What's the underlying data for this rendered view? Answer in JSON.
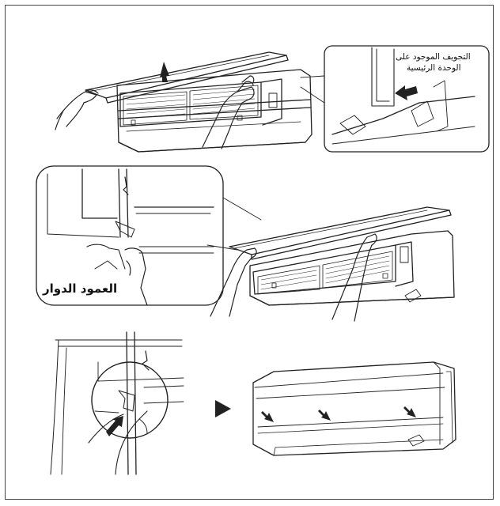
{
  "labels": {
    "top_callout_line1": "التجويف الموجود على",
    "top_callout_line2": "الوحدة الرئيسية",
    "middle_callout": "العمود الدوار"
  },
  "icons": {
    "step_arrow": "triangle-right-icon",
    "lift_arrow": "arrow-up-icon",
    "push_arrow": "arrow-left-icon",
    "insert_arrow": "arrow-up-right-icon",
    "press_arrows": "arrow-down-right-icon"
  },
  "colors": {
    "line": "#222222",
    "background": "#ffffff",
    "frame": "#444444"
  }
}
